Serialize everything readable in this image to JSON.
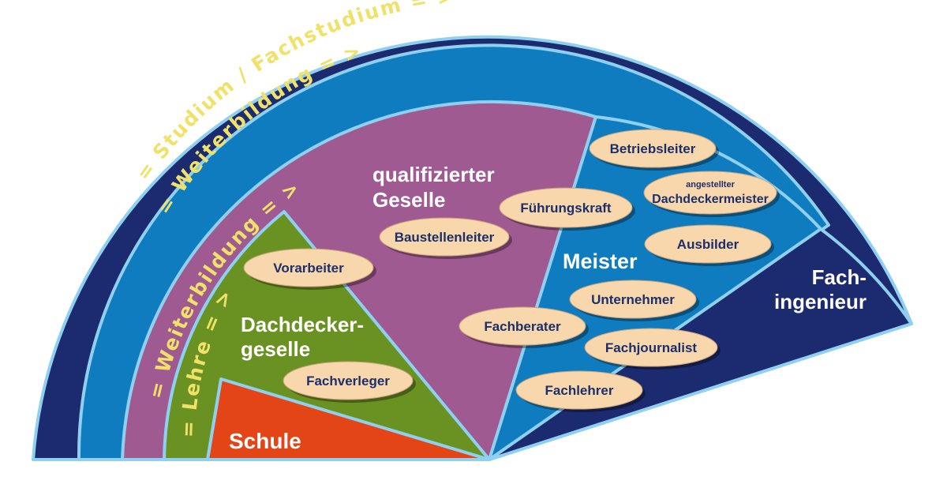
{
  "colors": {
    "outer_ring": "#1c2a6f",
    "middle_ring": "#0f7cbf",
    "border": "#8fd0f0",
    "purple": "#a05a92",
    "green": "#6a9222",
    "red": "#e44517",
    "pill": "#f8d7ad",
    "pill_text": "#1b2f6b",
    "path_label": "#f0e268",
    "sector_text": "#ffffff"
  },
  "arcs": {
    "studium": "= Studium / Fachstudium = >",
    "weiterbildung_outer": "= Weiterbildung = >",
    "weiterbildung_inner": "= Weiterbildung = >",
    "lehre": "= Lehre = >"
  },
  "sectors": {
    "schule": "Schule",
    "geselle_line1": "Dachdecker-",
    "geselle_line2": "geselle",
    "qualifiziert_line1": "qualifizierter",
    "qualifiziert_line2": "Geselle",
    "meister": "Meister",
    "ingenieur_line1": "Fach-",
    "ingenieur_line2": "ingenieur"
  },
  "roles": {
    "vorarbeiter": "Vorarbeiter",
    "fachverleger": "Fachverleger",
    "baustellenleiter": "Baustellenleiter",
    "fuehrungskraft": "Führungskraft",
    "betriebsleiter": "Betriebsleiter",
    "angestellter_small": "angestellter",
    "dachdeckermeister": "Dachdeckermeister",
    "ausbilder": "Ausbilder",
    "unternehmer": "Unternehmer",
    "fachberater": "Fachberater",
    "fachjournalist": "Fachjournalist",
    "fachlehrer": "Fachlehrer"
  }
}
